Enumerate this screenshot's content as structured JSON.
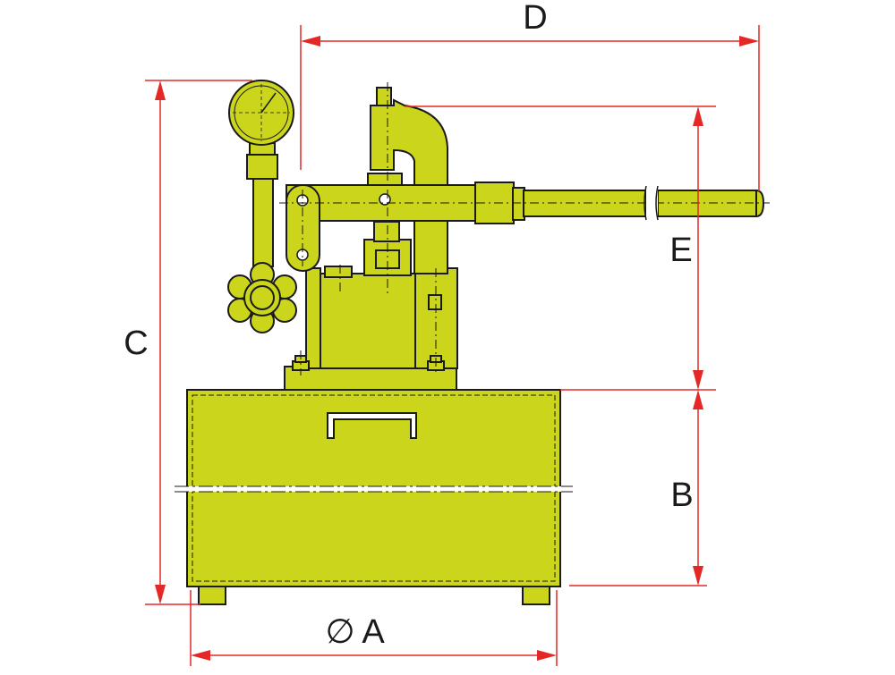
{
  "labels": {
    "a": "A",
    "a_symbol": "∅",
    "b": "B",
    "c": "C",
    "d": "D",
    "e": "E"
  },
  "colors": {
    "body": "#cad51b",
    "outline": "#1a1a1a",
    "dimension": "#e32826",
    "background": "#ffffff",
    "centerline": "#1a1a1a"
  },
  "icons": {
    "gauge": "pressure-gauge-icon",
    "valve": "valve-handwheel-icon"
  }
}
